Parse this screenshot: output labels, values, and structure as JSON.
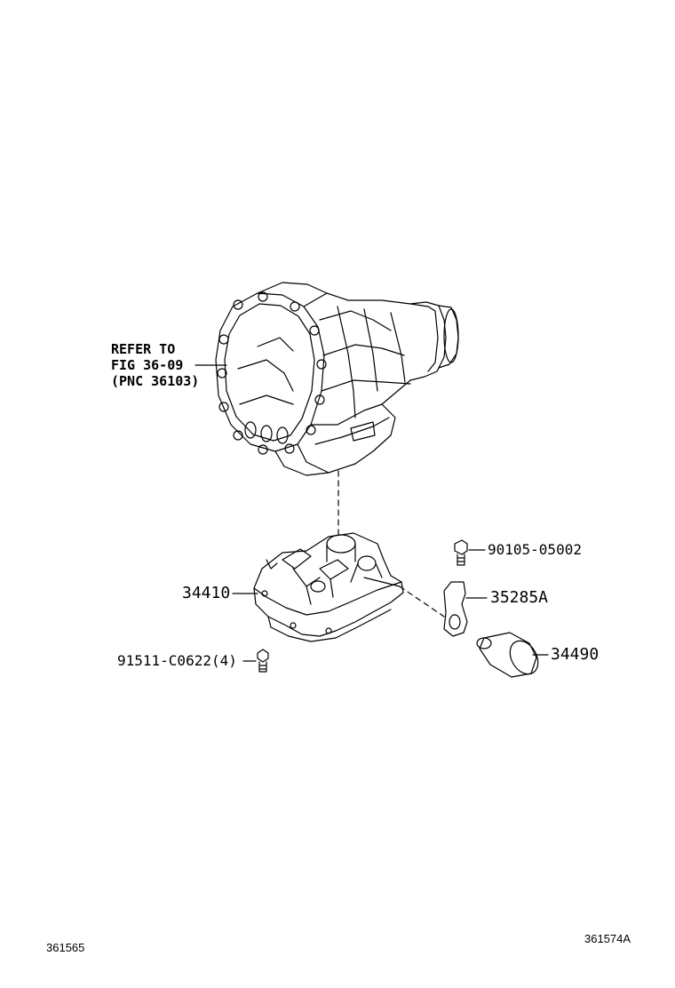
{
  "reference": {
    "line1": "REFER TO",
    "line2": "FIG 36-09",
    "line3": "(PNC 36103)"
  },
  "parts": {
    "valve_body": "34410",
    "bolt_large": "90105-05002",
    "bracket": "35285A",
    "solenoid": "34490",
    "bolt_small": "91511-C0622(4)"
  },
  "footer": {
    "left_code": "361565",
    "right_code": "361574A"
  }
}
